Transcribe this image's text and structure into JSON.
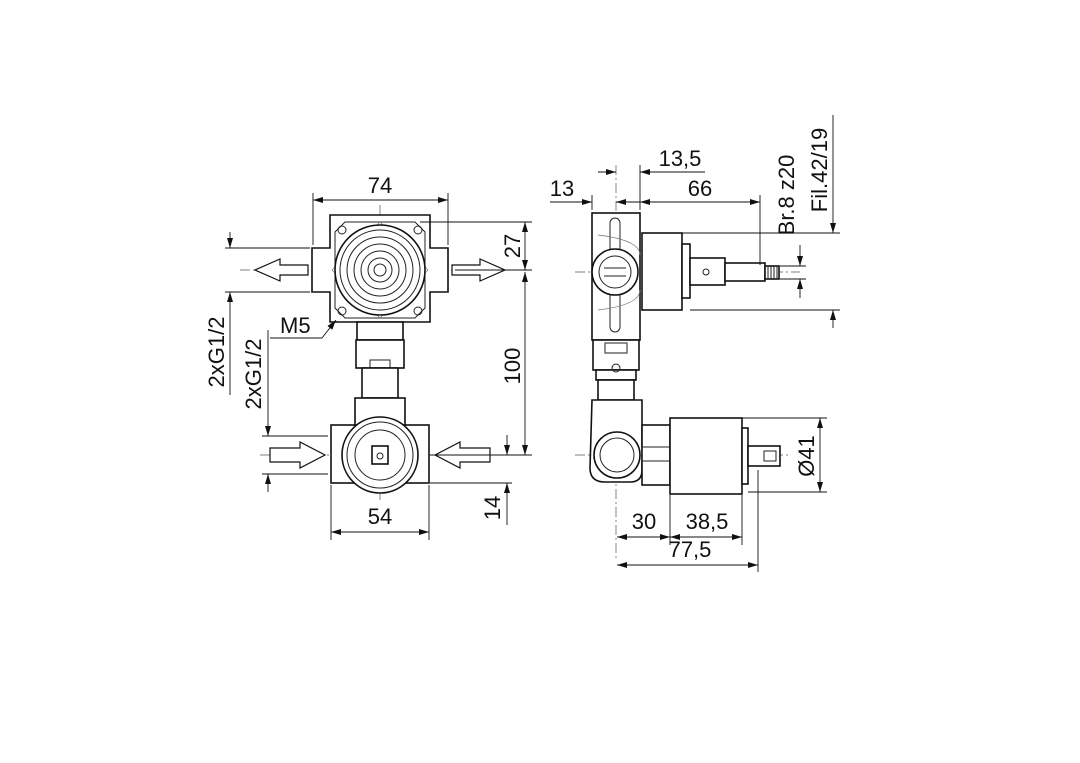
{
  "drawing": {
    "front_view": {
      "width_top": "74",
      "width_bottom": "54",
      "offset_top": "27",
      "center_distance": "100",
      "offset_bottom": "14",
      "thread_outlet": "2xG1/2",
      "thread_inlet": "2xG1/2",
      "mount_screw": "M5"
    },
    "side_view": {
      "offset_13": "13",
      "offset_13_5": "13,5",
      "depth_66": "66",
      "spindle_spec": "Br.8 z20",
      "thread_spec": "Fil.42/19",
      "diameter": "Ø41",
      "depth_30": "30",
      "depth_38_5": "38,5",
      "depth_total": "77,5"
    }
  }
}
